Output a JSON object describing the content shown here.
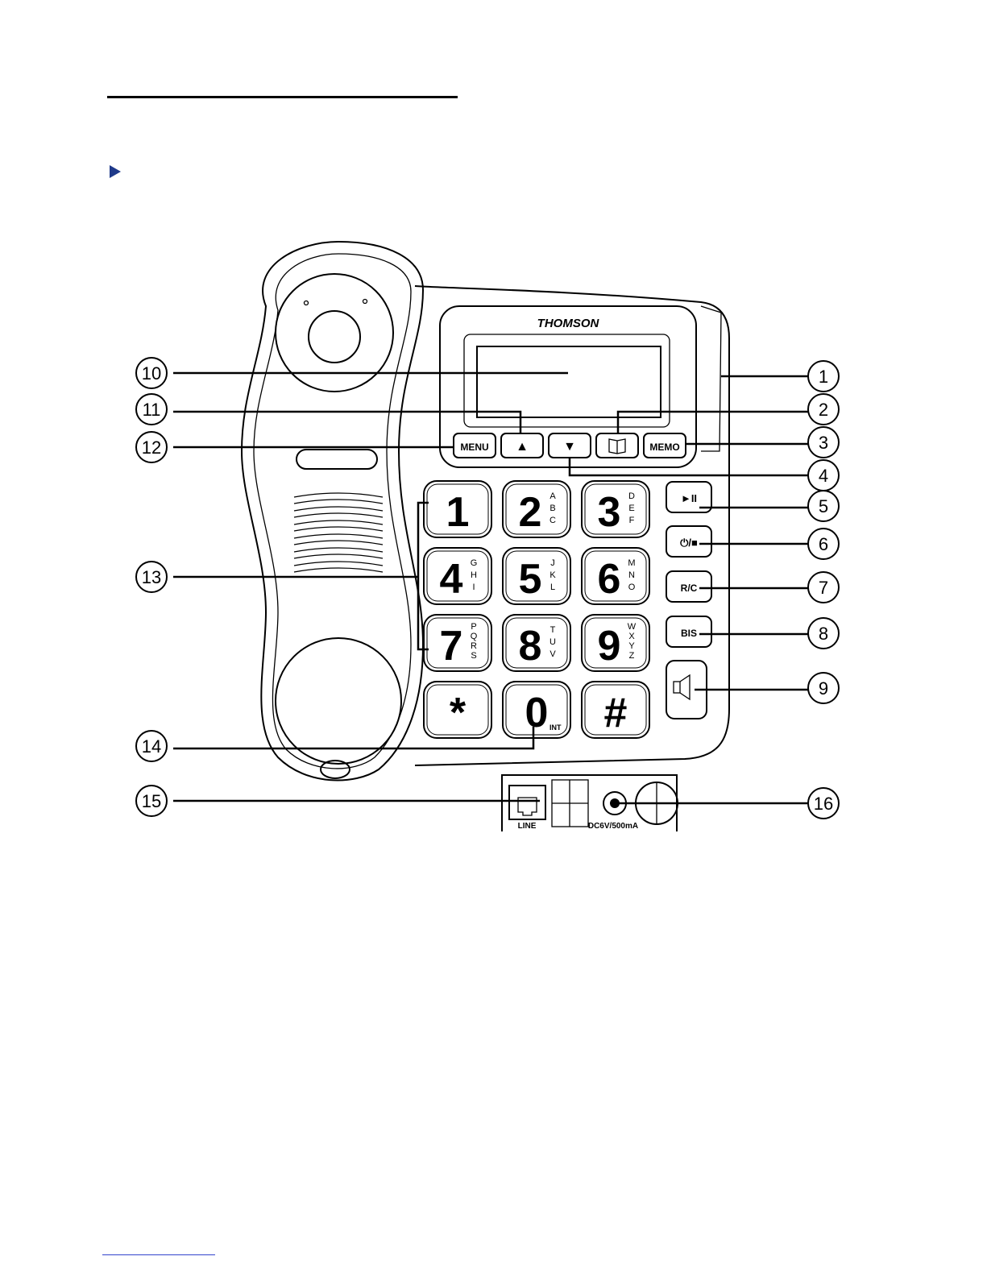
{
  "brand": "THOMSON",
  "soft_keys": {
    "menu": "MENU",
    "up": "▲",
    "down": "▼",
    "memo": "MEMO"
  },
  "keypad": [
    {
      "digit": "1",
      "letters": ""
    },
    {
      "digit": "2",
      "letters": "ABC"
    },
    {
      "digit": "3",
      "letters": "DEF"
    },
    {
      "digit": "4",
      "letters": "GHI"
    },
    {
      "digit": "5",
      "letters": "JKL"
    },
    {
      "digit": "6",
      "letters": "MNO"
    },
    {
      "digit": "7",
      "letters": "PQRS"
    },
    {
      "digit": "8",
      "letters": "TUV"
    },
    {
      "digit": "9",
      "letters": "WXYZ"
    },
    {
      "digit": "*",
      "letters": ""
    },
    {
      "digit": "0",
      "letters": "INT"
    },
    {
      "digit": "#",
      "letters": ""
    }
  ],
  "side_buttons": {
    "play_pause": "►II",
    "power_stop": "⏻/■",
    "recall": "R/C",
    "redial": "BIS"
  },
  "rear_panel": {
    "line_label": "LINE",
    "power_label": "DC6V/500mA"
  },
  "callouts_right": [
    "1",
    "2",
    "3",
    "4",
    "5",
    "6",
    "7",
    "8",
    "9",
    "16"
  ],
  "callouts_left": [
    "10",
    "11",
    "12",
    "13",
    "14",
    "15"
  ],
  "icons": [
    "phonebook-icon",
    "speaker-icon",
    "rj11-jack-icon",
    "dc-jack-icon"
  ]
}
